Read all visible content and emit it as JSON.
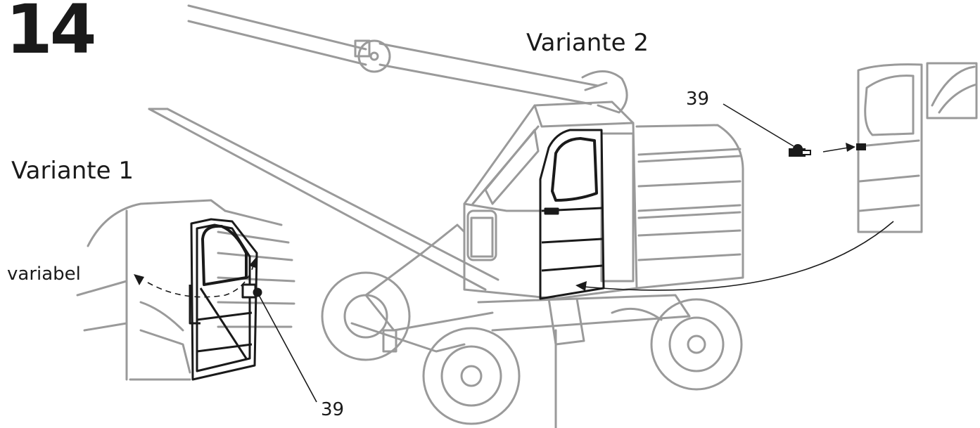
{
  "step_number": "14",
  "labels": {
    "variant_1": "Variante 1",
    "variant_2": "Variante 2",
    "variabel": "variabel",
    "part_ref_v1": "39",
    "part_ref_v2": "39"
  },
  "colors": {
    "line_gray": "#9a9a9a",
    "line_dark": "#1a1a1a",
    "background": "#ffffff"
  }
}
